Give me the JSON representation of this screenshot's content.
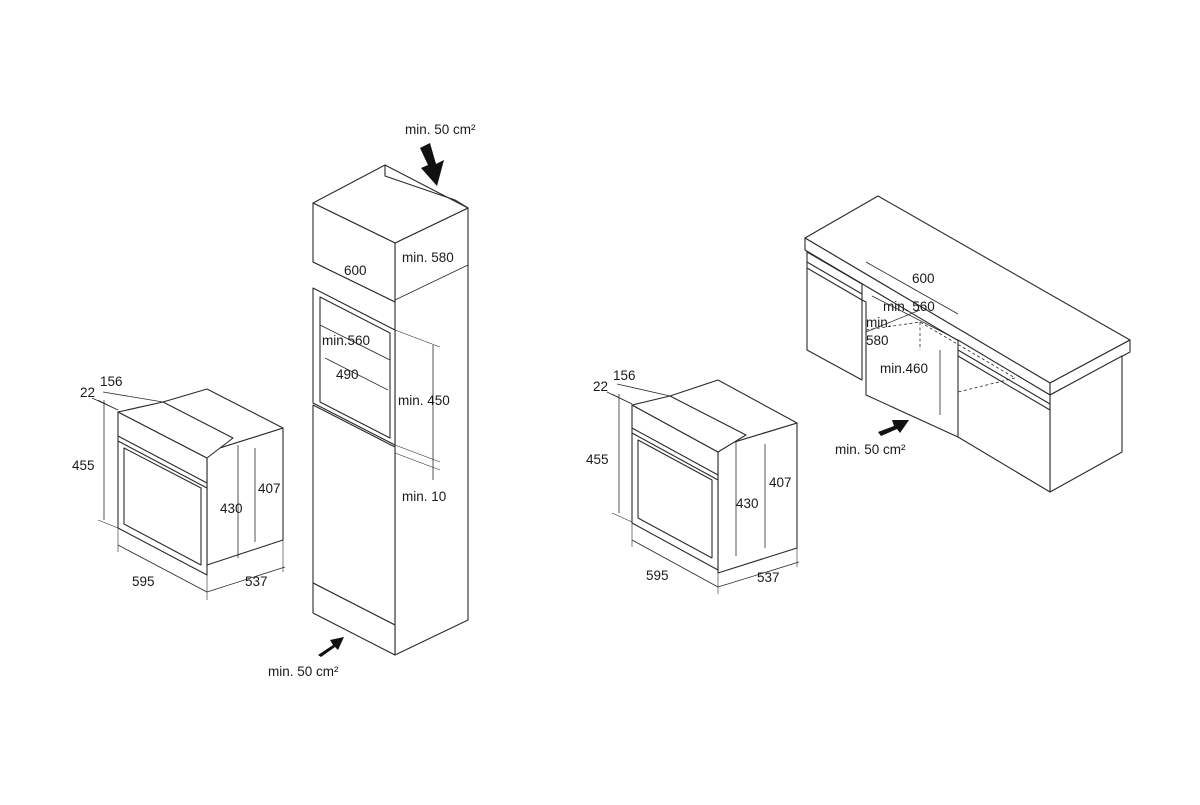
{
  "oven_dims": {
    "width": "595",
    "depth": "537",
    "height": "455",
    "panel_height": "430",
    "body_height": "407",
    "top_depth": "156",
    "panel_thickness": "22"
  },
  "tall_cabinet": {
    "width": "600",
    "depth": "min. 580",
    "niche_width": "min.560",
    "inner_width": "490",
    "niche_height": "min. 450",
    "gap": "min. 10",
    "vent_top": "min. 50 cm²",
    "vent_bottom": "min. 50 cm²"
  },
  "counter_cabinet": {
    "width": "600",
    "niche_width": "min. 560",
    "depth": "min.\n580",
    "depth_line1": "min.",
    "depth_line2": "580",
    "niche_height": "min.460",
    "vent": "min. 50 cm²"
  }
}
